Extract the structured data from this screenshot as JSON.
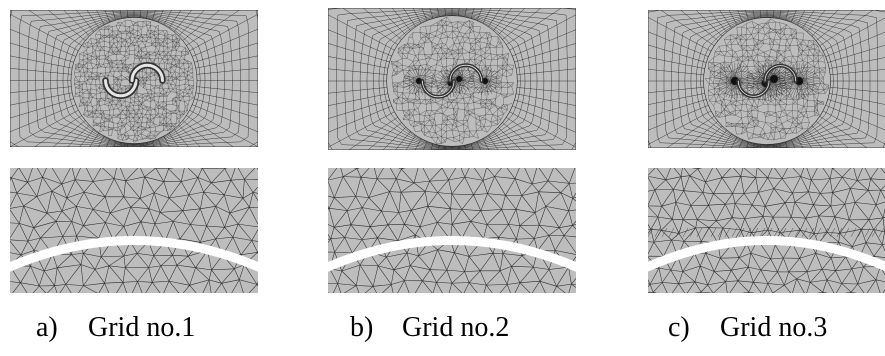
{
  "figure": {
    "panels": [
      {
        "id": "a",
        "label": "a)",
        "title": "Grid no.1",
        "refinement": 1
      },
      {
        "id": "b",
        "label": "b)",
        "title": "Grid no.2",
        "refinement": 2
      },
      {
        "id": "c",
        "label": "c)",
        "title": "Grid no.3",
        "refinement": 3
      }
    ]
  },
  "colors": {
    "mesh_fill": "#bdbdbd",
    "mesh_line": "#2a2a2a",
    "gap": "#ffffff"
  }
}
